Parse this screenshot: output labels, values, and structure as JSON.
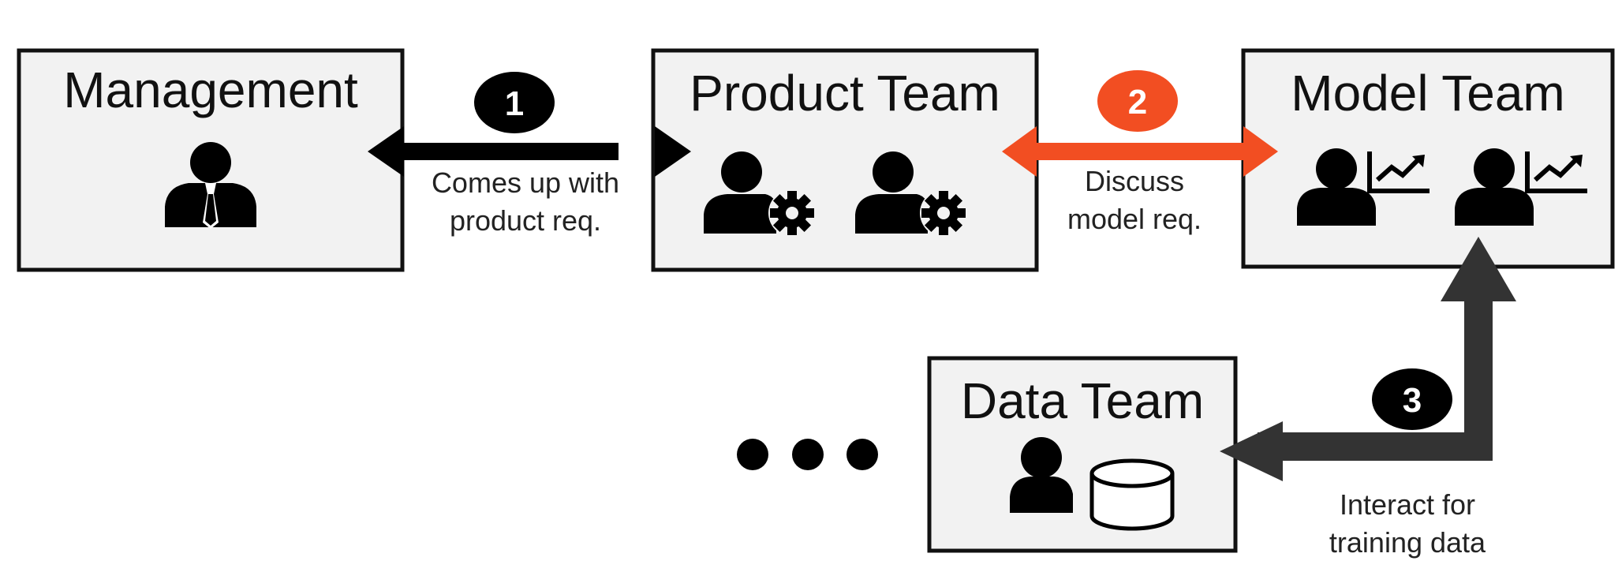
{
  "boxes": {
    "management": {
      "title": "Management",
      "icon": "person-tie-icon"
    },
    "product": {
      "title": "Product Team",
      "icon": "person-gear-icon"
    },
    "model": {
      "title": "Model Team",
      "icon": "person-chart-icon"
    },
    "data": {
      "title": "Data Team",
      "icon": "person-database-icon"
    }
  },
  "steps": [
    {
      "number": "1",
      "caption_lines": [
        "Comes up with",
        "product req."
      ],
      "color": "#000000"
    },
    {
      "number": "2",
      "caption_lines": [
        "Discuss",
        "model req."
      ],
      "color": "#f24e22"
    },
    {
      "number": "3",
      "caption_lines": [
        "Interact for",
        "training data"
      ],
      "color": "#000000"
    }
  ],
  "colors": {
    "box_fill": "#f2f2f2",
    "box_stroke": "#111111",
    "arrow_dark": "#000000",
    "arrow_gray": "#333333",
    "accent": "#f24e22"
  },
  "ellipsis": "continuation-dots"
}
